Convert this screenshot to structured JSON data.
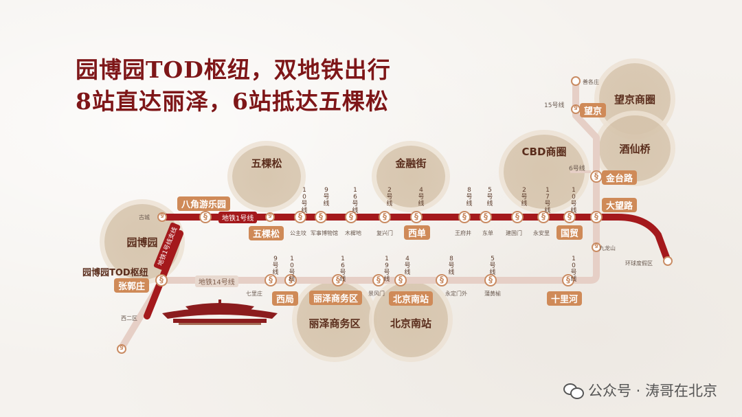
{
  "title": {
    "line1": "园博园TOD枢纽，双地铁出行",
    "line2": "8站直达丽泽，6站抵达五棵松"
  },
  "areas": {
    "yuanboyuan": "园博园",
    "wukesong": "五棵松",
    "jinrongjie": "金融街",
    "cbd": "CBD商圈",
    "wangjing": "望京商圈",
    "jiuxianqiao": "酒仙桥",
    "lize": "丽泽商务区",
    "beijingnan": "北京南站"
  },
  "lines": {
    "line1": "地铁1号线",
    "line14": "地铁14号线",
    "line1_branch": "地铁1号线支线",
    "line15": "15号线",
    "line6": "6号线",
    "line10_east": "10号线"
  },
  "line1_stations": {
    "gucheng": "古城",
    "bajiao": "八角游乐园",
    "wukesong": "五棵松",
    "gongzhufen": "公主坟",
    "junshi": "军事博物馆",
    "muxidi": "木樨地",
    "fuxingmen": "复兴门",
    "xidan": "西单",
    "wangfujing": "王府井",
    "dongdan": "东单",
    "jianguomen": "建国门",
    "yonganli": "永安里",
    "guomao": "国贸",
    "dawanglu": "大望路",
    "huanqiu": "环球度假区"
  },
  "line14_stations": {
    "yuanbo_tod": "园博园TOD枢纽",
    "zhangguozhuang": "张郭庄",
    "xierqu": "西二区",
    "qilizhuang": "七里庄",
    "xiju": "西局",
    "lize": "丽泽商务区",
    "jingfengmen": "景风门",
    "beijingnan": "北京南站",
    "yongdingmenwai": "永定门外",
    "puhuangyu": "蒲黄榆",
    "shilihe": "十里河",
    "jiulongshan": "九龙山",
    "jintailu": "金台路",
    "wangjing": "望京",
    "shanhezhuang": "善各庄"
  },
  "transfers_line1": [
    "10号线",
    "9号线",
    "16号线",
    "2号线",
    "4号线",
    "8号线",
    "5号线",
    "2号线",
    "17号线",
    "10号线"
  ],
  "transfers_line14": [
    "9号线",
    "10号线",
    "16号线",
    "19号线",
    "4号线",
    "8号线",
    "5号线",
    "10号线"
  ],
  "watermark": "公众号 · 涛哥在北京",
  "colors": {
    "line1": "#a4191c",
    "line14": "#e6cfc6",
    "accent_pill": "#cf8a58",
    "title": "#7e1618"
  }
}
